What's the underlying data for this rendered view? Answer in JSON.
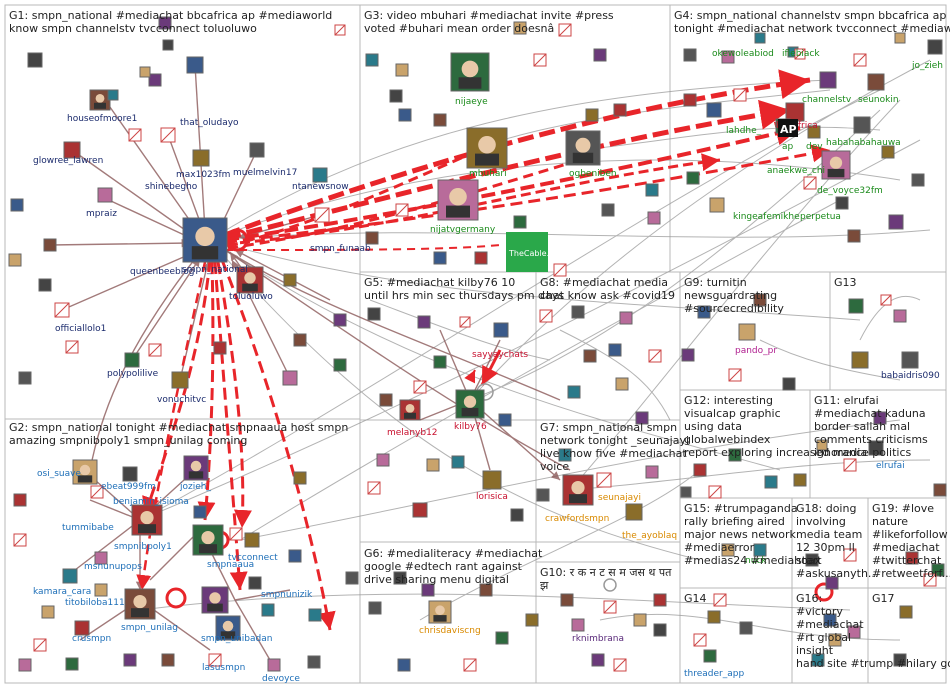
{
  "colors": {
    "grey_edge": "#9a9a9a",
    "brown_edge": "#8b5a5a",
    "red_edge": "#e8252a",
    "box_border": "#b8b8b8",
    "g1_label": "#1a2a6c",
    "g2_label": "#1e6fb8",
    "g4_label": "#1a8a1a",
    "g5_label": "#c8102e",
    "g7_label": "#d98a00",
    "g9_label": "#b02090",
    "g_purple": "#5a2a7a"
  },
  "groups": [
    {
      "id": "G1",
      "title": "G1: smpn_national #mediachat bbcafrica ap #mediaworld know smpn channelstv tvcconnect toluoluwo"
    },
    {
      "id": "G2",
      "title": "G2: smpn_national tonight #mediachat smpnaaua host smpn amazing smpnibpoly1 smpn_unilag coming"
    },
    {
      "id": "G3",
      "title": "G3: video mbuhari #mediachat invite #press voted #buhari mean order doesnâ"
    },
    {
      "id": "G4",
      "title": "G4: smpn_national channelstv smpn bbcafrica ap tonight #mediachat network tvcconnect #mediaworld"
    },
    {
      "id": "G5",
      "title": "G5: #mediachat kilby76 10 until hrs min sec thursdays pm days"
    },
    {
      "id": "G6",
      "title": "G6: #medialiteracy #mediachat google #edtech rant against drive sharing menu digital"
    },
    {
      "id": "G7",
      "title": "G7: smpn_national smpn network tonight _seunajayi live know five #mediachat voice"
    },
    {
      "id": "G8",
      "title": "G8: #mediachat media chat know ask #covid19"
    },
    {
      "id": "G9",
      "title": "G9: turnitin newsguardrating #sourcecredibility"
    },
    {
      "id": "G10",
      "title": "G10: र क न ट स म जस थ पत झ"
    },
    {
      "id": "G11",
      "title": "G11: elrufai #mediachat kaduna border sallah mal comments criticisms ignorance politics"
    },
    {
      "id": "G12",
      "title": "G12: interesting visualcap graphic using data globalwebindex report exploring increased media"
    },
    {
      "id": "G13",
      "title": "G13"
    },
    {
      "id": "G14",
      "title": "G14"
    },
    {
      "id": "G15",
      "title": "G15: #trumpaganda rally briefing aired major news network #mediaerror #medias24 #mediahoax"
    },
    {
      "id": "G16",
      "title": "G16: #victory #mediachat #rt global insight hand site #trump #hilary good"
    },
    {
      "id": "G17",
      "title": "G17"
    },
    {
      "id": "G18",
      "title": "G18: doing involving media team 12 30pm ll start #askusanyth..."
    },
    {
      "id": "G19",
      "title": "G19: #love nature #likeforfollow #mediachat #twitterchat #retweetforf..."
    }
  ],
  "nodes": {
    "houseofmoore1": "houseofmoore1",
    "that_oludayo": "that_oludayo",
    "glowree_lawren": "glowree_lawren",
    "max1023fm": "max1023fm",
    "muelmelvin17": "muelmelvin17",
    "shinebegho": "shinebegho",
    "ntanewsnow": "ntanewsnow",
    "mpraiz": "mpraiz",
    "smpn_funaab": "smpn_funaab",
    "queenbeeblog": "queenbeeblog",
    "smpn_national": "smpn_national",
    "toluoluwo": "toluoluwo",
    "officiallolo1": "officiallolo1",
    "polypolilive": "polypolilive",
    "vonuchitvc": "vonuchitvc",
    "nijaeye": "nijaeye",
    "mbuhari": "mbuhari",
    "ogbeniben": "ogbeniben",
    "nijatvgermany": "nijatvgermany",
    "thecable_logo": "TheCable.",
    "okewoleabiod": "okewoleabiod",
    "iflebiack": "iflebiack",
    "jo_zieh": "jo_zieh",
    "channelstv": "channelstv",
    "seunokin": "seunokin",
    "lahdhe_": "lahdhe_",
    "bbcafrica": "bbcafrica",
    "ap_logo": "AP",
    "ap": "ap",
    "dev": "dev",
    "habahabahauwa": "habahabahauwa",
    "anaekwe_chi": "anaekwe_chi",
    "de_voyce32fm": "de_voyce32fm",
    "kingeafemikhe": "kingeafemikhe",
    "perpetua": "perpetua",
    "sayyaychats": "sayyaychats",
    "melanyb12": "melanyb12",
    "kilby76": "kilby76",
    "lorisica": "lorisica",
    "crawfordsmpn": "crawfordsmpn",
    "seunajayi": "seunajayi",
    "the_ayoblaq": "the_ayoblaq",
    "pando_pr": "pando_pr",
    "babaidris090": "babaidris090",
    "elrufai": "elrufai",
    "osi_suave": "osi_suave",
    "ebeat999fm": "ebeat999fm",
    "jozieh_": "jozieh_",
    "benjamin_isioma": "benjamin_isioma",
    "tummibabe": "tummibabe",
    "smpnibpoly1": "smpnibpoly1",
    "smpnaaua": "smpnaaua",
    "tvcconnect": "tvcconnect",
    "msnunupops": "msnunupops",
    "kamara_cara": "kamara_cara",
    "titobiloba111": "titobiloba111",
    "smpnunizik": "smpnunizik",
    "crusmpn": "crusmpn",
    "smpn_unilag": "smpn_unilag",
    "smpn_unibadan": "smpn_unibadan",
    "lasusmpn": "lasusmpn",
    "devoyce": "devoyce",
    "chrisdaviscng": "chrisdaviscng",
    "rknimbrana": "rknimbrana",
    "threader_app": "threader_app",
    "nuck": "nuck"
  }
}
